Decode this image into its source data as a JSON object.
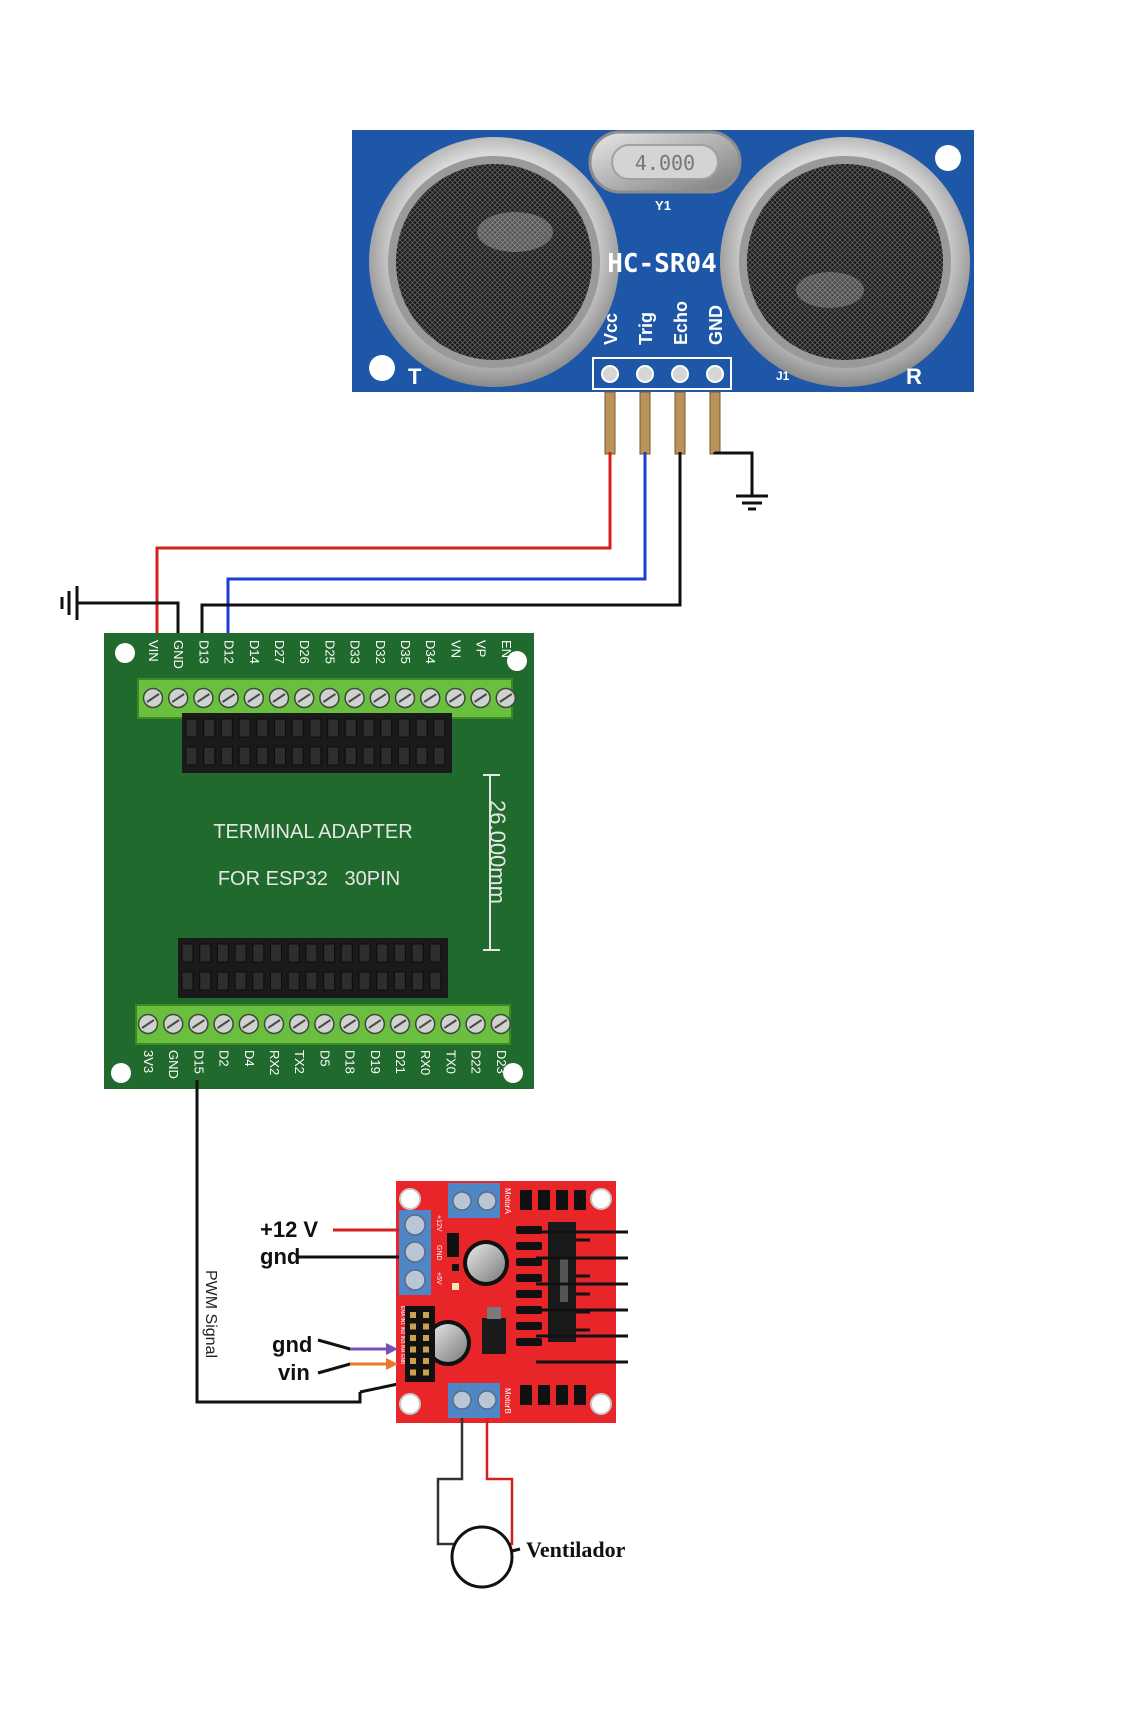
{
  "sensor": {
    "model": "HC-SR04",
    "crystal_text": "4.000",
    "crystal_ref": "Y1",
    "header_ref": "J1",
    "transmitter_mark": "T",
    "receiver_mark": "R",
    "pins": [
      "Vcc",
      "Trig",
      "Echo",
      "GND"
    ]
  },
  "adapter": {
    "title_line1": "TERMINAL ADAPTER",
    "title_line2": "FOR ESP32   30PIN",
    "dimension": "26.000mm",
    "top_pins": [
      "VIN",
      "GND",
      "D13",
      "D12",
      "D14",
      "D27",
      "D26",
      "D25",
      "D33",
      "D32",
      "D35",
      "D34",
      "VN",
      "VP",
      "EN"
    ],
    "bottom_pins": [
      "3V3",
      "GND",
      "D15",
      "D2",
      "D4",
      "RX2",
      "TX2",
      "D5",
      "D18",
      "D19",
      "D21",
      "RX0",
      "TX0",
      "D22",
      "D23"
    ]
  },
  "driver": {
    "motor_a": "MotorA",
    "motor_b": "MotorB",
    "power_labels": [
      "+12V",
      "GND",
      "+5V"
    ],
    "enable_label": "ENA IN1 IN2 IN3 IN4 ENB"
  },
  "labels": {
    "v12": "+12 V",
    "gnd_power": "gnd",
    "gnd_signal": "gnd",
    "vin": "vin",
    "pwm": "PWM Signal",
    "fan": "Ventilador"
  },
  "colors": {
    "sensor_board": "#1f57a8",
    "adapter_board": "#1f6a2c",
    "terminal": "#6abf3f",
    "driver_board": "#e8262a",
    "driver_terminal": "#4f86c6",
    "wire_red": "#d41f1f",
    "wire_blue": "#1a3fd1",
    "wire_black": "#111111",
    "wire_purple": "#7a4fb5",
    "wire_orange": "#e8782a"
  }
}
